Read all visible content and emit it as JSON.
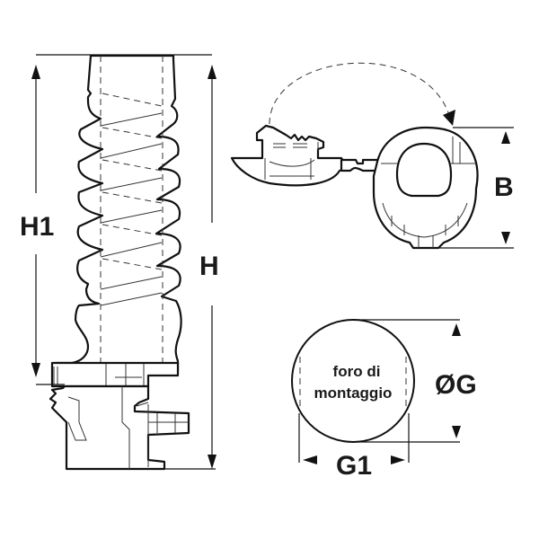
{
  "diagram": {
    "type": "technical-drawing",
    "subject": "spiral cable mounting clip with hinged closure",
    "colors": {
      "line": "#111111",
      "background": "#ffffff"
    },
    "dimensions": {
      "H1": "H1",
      "H": "H",
      "B": "B",
      "G": "ØG",
      "G1": "G1"
    },
    "mounting_hole": {
      "line1": "foro di",
      "line2": "montaggio"
    }
  }
}
